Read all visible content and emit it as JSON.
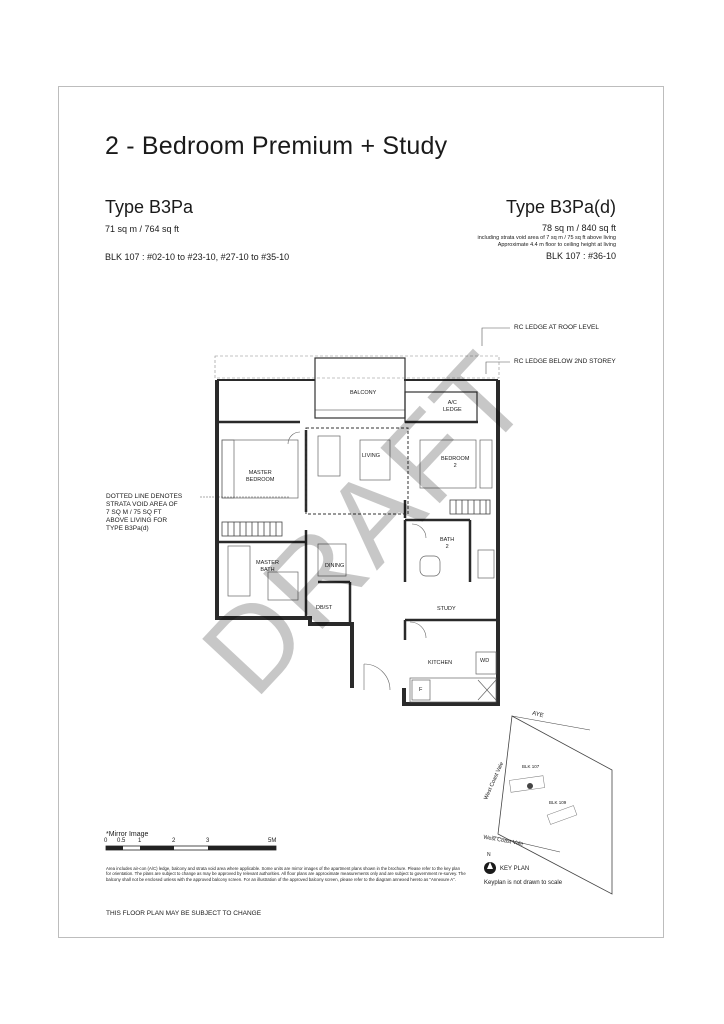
{
  "title": "2 - Bedroom Premium + Study",
  "left": {
    "type": "Type B3Pa",
    "area": "71 sq m / 764 sq ft",
    "blk": "BLK 107 : #02-10 to #23-10, #27-10 to #35-10"
  },
  "right": {
    "type": "Type B3Pa(d)",
    "area": "78 sq m / 840 sq ft",
    "note_line1": "including strata void area of 7 sq m / 75 sq ft above living",
    "note_line2": "Approximate 4.4 m floor to ceiling height at living",
    "blk": "BLK 107 : #36-10"
  },
  "callouts": {
    "roof_ledge": "RC LEDGE AT ROOF LEVEL",
    "ledge_below": "RC LEDGE BELOW 2ND STOREY",
    "dotted_line": [
      "DOTTED LINE DENOTES",
      "STRATA VOID AREA OF",
      "7 SQ M / 75 SQ FT",
      "ABOVE LIVING FOR",
      "TYPE B3Pa(d)"
    ]
  },
  "rooms": {
    "balcony": "BALCONY",
    "ac_ledge": [
      "A/C",
      "LEDGE"
    ],
    "living": "LIVING",
    "master_bedroom": [
      "MASTER",
      "BEDROOM"
    ],
    "bedroom2": [
      "BEDROOM",
      "2"
    ],
    "bath2": [
      "BATH",
      "2"
    ],
    "master_bath": [
      "MASTER",
      "BATH"
    ],
    "dining": "DINING",
    "dbst": "DB/ST",
    "study": "STUDY",
    "kitchen": "KITCHEN",
    "wd": "WD",
    "fridge": "F"
  },
  "keyplan": {
    "aye": "AYE",
    "road1": "West Coast Vale",
    "road2": "West Coast Vale",
    "blk107": "BLK 107",
    "blk109": "BLK 109",
    "north": "N",
    "label": "KEY PLAN",
    "note": "Keyplan is not drawn to scale"
  },
  "scale": {
    "mirror": "*Mirror Image",
    "ticks": [
      "0",
      "0.5",
      "1",
      "2",
      "3",
      "5M"
    ]
  },
  "disclaimer": "Area includes air-con (A/C) ledge, balcony and strata void area where applicable. Some units are mirror images of the apartment plans shown in the brochure. Please refer to the key plan for orientation. The plans are subject to change as may be approved by relevant authorities. All floor plans are approximate measurements only and are subject to government re-survey. The balcony shall not be enclosed unless with the approved balcony screen. For an illustration of the approved balcony screen, please refer to the diagram annexed hereto as \"Annexure A\".",
  "subject_to_change": "THIS FLOOR PLAN MAY BE SUBJECT TO CHANGE",
  "watermark": "DRAFT"
}
